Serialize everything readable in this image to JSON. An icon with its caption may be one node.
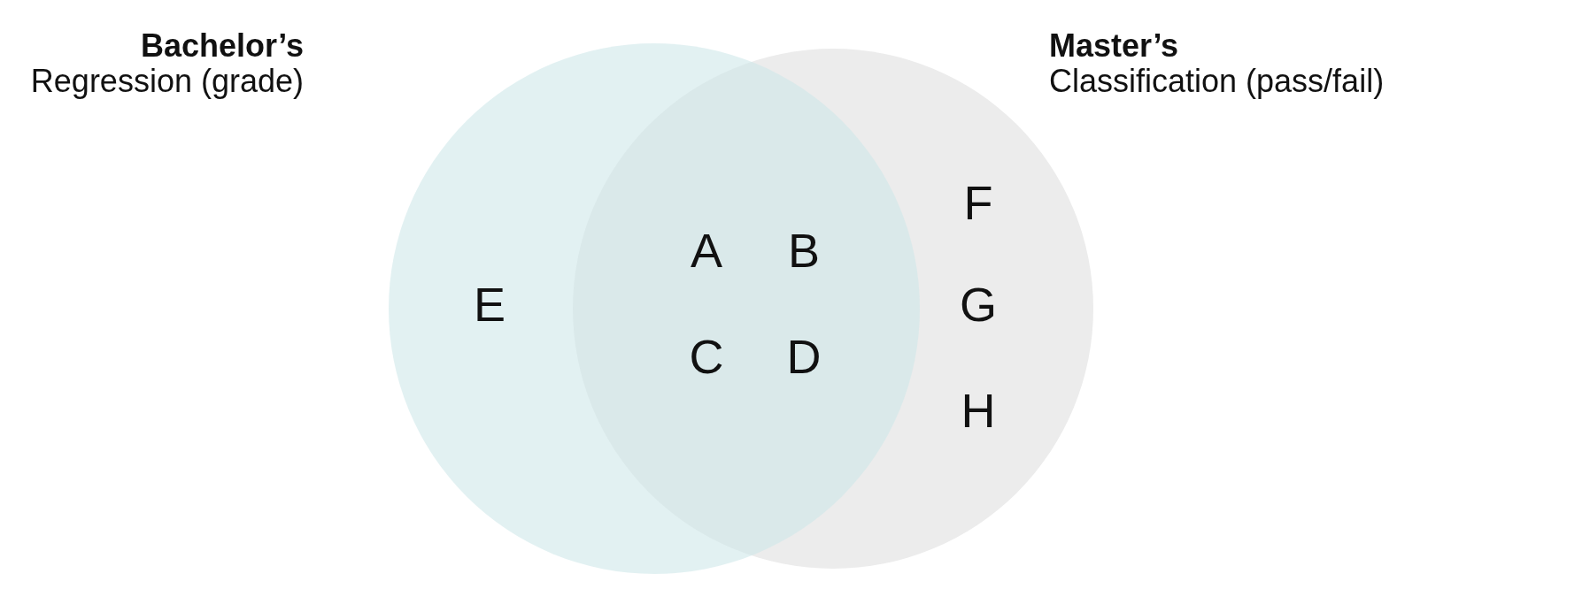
{
  "diagram": {
    "nodes": [
      {
        "text": [
          "Bachelor’s",
          "Regression (grade)"
        ]
      },
      {
        "text": [
          "Master’s",
          "Classification (pass/fail)"
        ]
      }
    ],
    "labels": [
      "E",
      "A",
      "B",
      "C",
      "D",
      "F",
      "G",
      "H"
    ]
  }
}
